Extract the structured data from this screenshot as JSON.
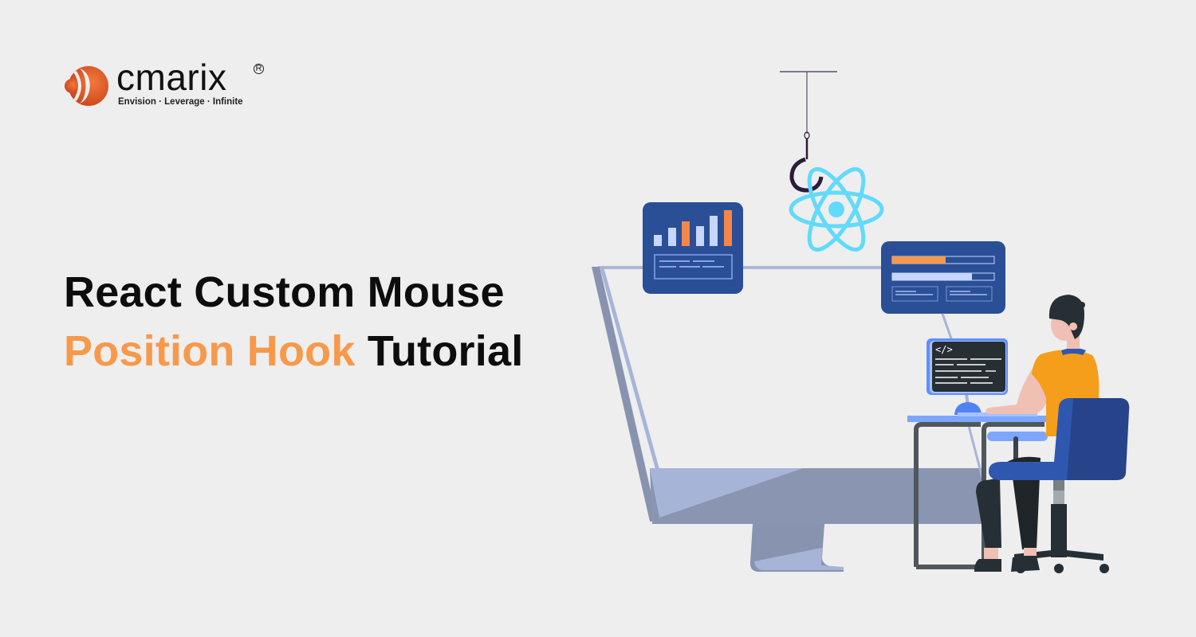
{
  "logo": {
    "brand_name": "cmarix",
    "registered_mark": "R",
    "tagline": "Envision · Leverage · Infinite",
    "icon": "cmarix-orb-icon",
    "color": "#e8541e"
  },
  "headline": {
    "line1": "React Custom Mouse",
    "line2_accent": "Position Hook",
    "line2_rest": "Tutorial",
    "accent_color": "#f7994a",
    "text_color": "#0d0d0d"
  },
  "illustration": {
    "elements": [
      "hook-icon",
      "react-logo-icon",
      "bar-chart-card",
      "progress-card",
      "code-monitor",
      "desktop-monitor",
      "desk",
      "developer-person",
      "office-chair"
    ],
    "code_monitor_text": "</>",
    "colors": {
      "card_blue": "#2a4f96",
      "monitor_gray": "#8a95b2",
      "monitor_light": "#a6b5d7",
      "orange": "#f7994a",
      "react_cyan": "#61dafb",
      "shirt": "#f59e1b",
      "chair": "#27448a"
    }
  }
}
